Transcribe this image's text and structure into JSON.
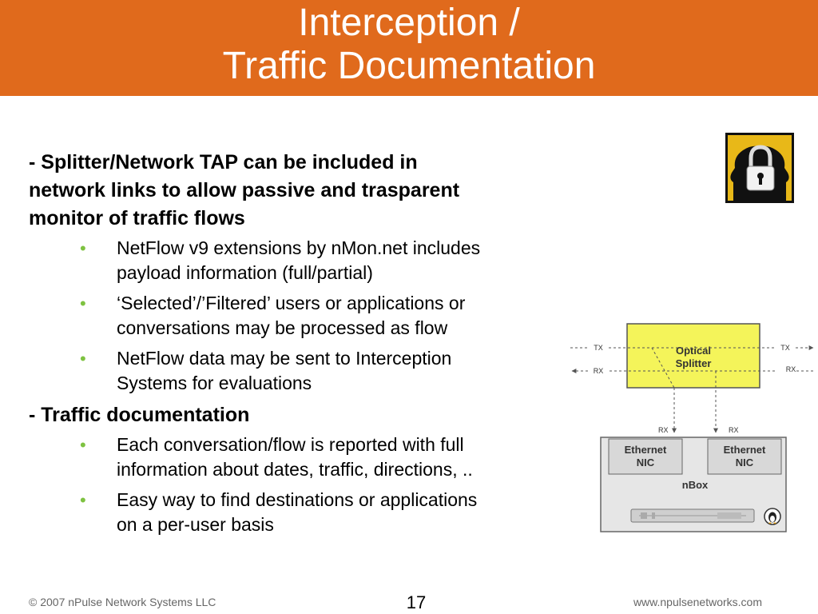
{
  "title": {
    "line1": "Interception /",
    "line2": "Traffic Documentation"
  },
  "sections": [
    {
      "heading_lines": [
        "- Splitter/Network TAP can be included in",
        "network links to allow passive and trasparent",
        "monitor of traffic flows"
      ],
      "bullets": [
        [
          "NetFlow v9 extensions by nMon.net includes",
          "payload information (full/partial)"
        ],
        [
          "‘Selected’/’Filtered’ users or applications or",
          "conversations may be processed as flow"
        ],
        [
          "NetFlow data may be sent to Interception",
          "Systems for evaluations"
        ]
      ]
    },
    {
      "heading_lines": [
        "- Traffic documentation"
      ],
      "bullets": [
        [
          "Each conversation/flow is reported with full",
          "information about dates, traffic, directions, .."
        ],
        [
          "Easy  way to find destinations or applications",
          "on a per-user basis"
        ]
      ]
    }
  ],
  "bullet_glyph": "•",
  "diagram": {
    "splitter_lines": [
      "Optical",
      "Splitter"
    ],
    "tx": "TX",
    "rx": "RX",
    "nic_lines": [
      "Ethernet",
      "NIC"
    ],
    "nbox": "nBox"
  },
  "icons": {
    "logo": "head-padlock-icon",
    "device": "linux-penguin-icon"
  },
  "colors": {
    "title_bar": "#e06a1c",
    "bullet": "#7ec241",
    "splitter": "#f4f45a",
    "logo_bg": "#e8b818"
  },
  "footer": {
    "copyright": "© 2007 nPulse Network Systems LLC",
    "page_number": "17",
    "website": "www.npulsenetworks.com"
  }
}
